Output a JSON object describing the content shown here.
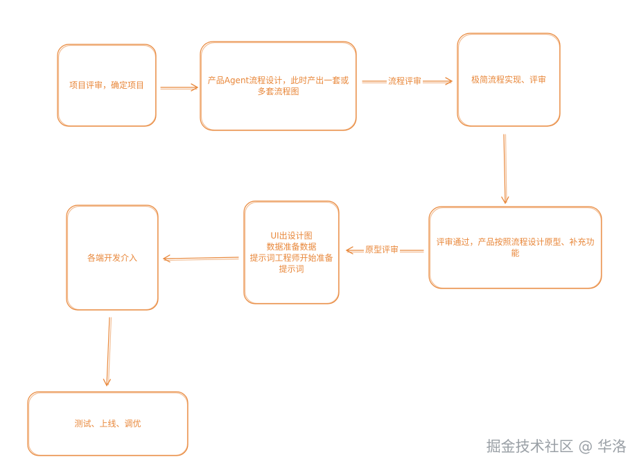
{
  "nodes": {
    "n1": {
      "text": "项目评审，确定项目"
    },
    "n2": {
      "text": "产品Agent流程设计，此时产出一套或多套流程图"
    },
    "n3": {
      "text": "极简流程实现、评审"
    },
    "n4": {
      "text": "评审通过，产品按照流程设计原型、补充功能"
    },
    "n5": {
      "lines": [
        "UI出设计图",
        "数据准备数据",
        "提示词工程师开始准备提示词"
      ]
    },
    "n6": {
      "text": "各端开发介入"
    },
    "n7": {
      "text": "测试、上线、调优"
    }
  },
  "edges": {
    "e2_3": {
      "label": "流程评审"
    },
    "e4_5": {
      "label": "原型评审"
    }
  },
  "watermark": "掘金技术社区 @ 华洛",
  "colors": {
    "stroke": "#e8873a",
    "text": "#e8873a",
    "watermark": "#9aa0a6"
  }
}
